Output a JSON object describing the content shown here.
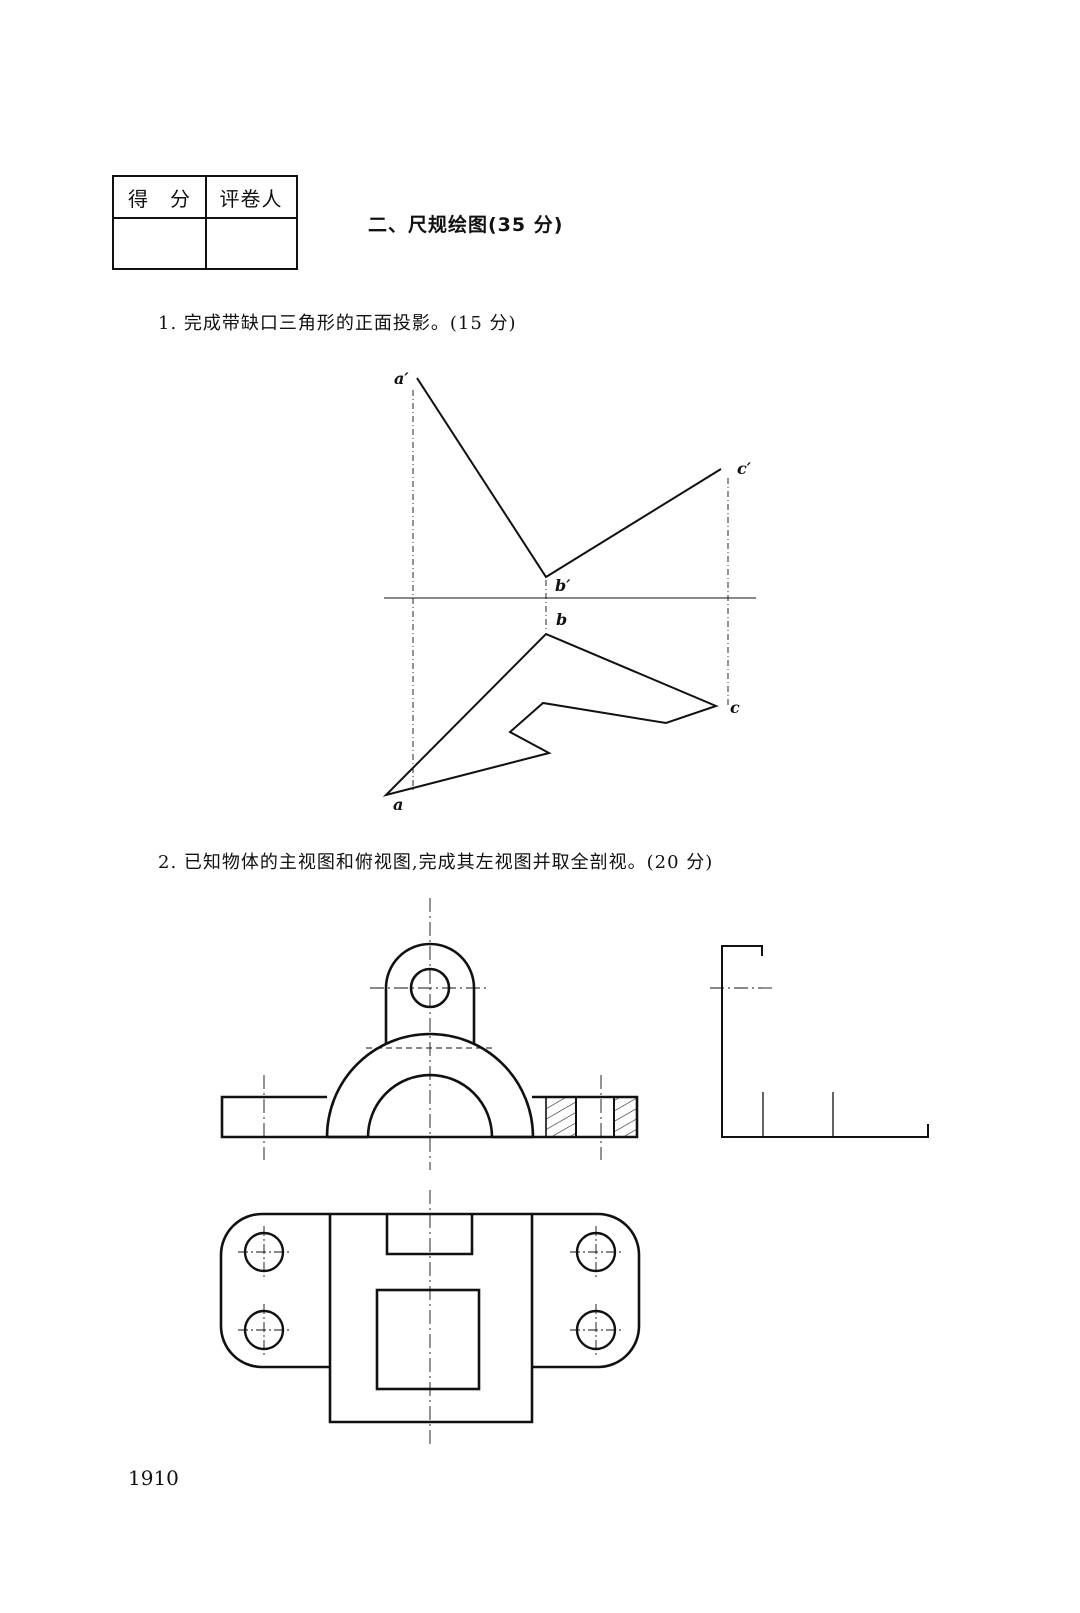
{
  "score_table": {
    "score_label": "得　分",
    "grader_label": "评卷人"
  },
  "section": {
    "title": "二、尺规绘图(35 分)"
  },
  "questions": [
    {
      "text": "1. 完成带缺口三角形的正面投影。(15 分)"
    },
    {
      "text": "2. 已知物体的主视图和俯视图,完成其左视图并取全剖视。(20 分)"
    }
  ],
  "figure1": {
    "labels": {
      "a_prime": "a′",
      "b_prime": "b′",
      "c_prime": "c′",
      "a": "a",
      "b": "b",
      "c": "c"
    }
  },
  "page_number": "1910"
}
